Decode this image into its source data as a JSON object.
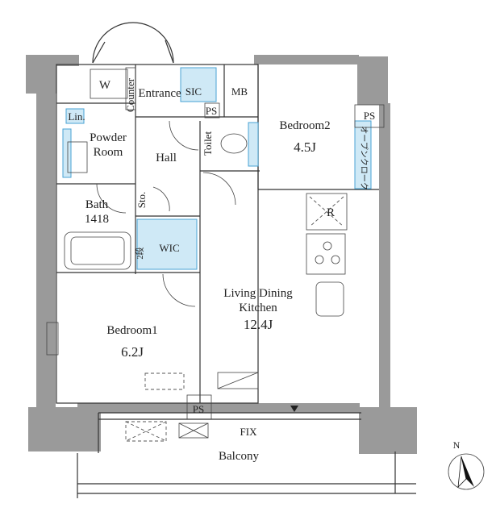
{
  "rooms": {
    "washer": "W",
    "counter": "Counter",
    "entrance": "Entrance",
    "sic": "SIC",
    "mb": "MB",
    "ps_entrance": "PS",
    "linen": "Lin.",
    "powder_room_1": "Powder",
    "powder_room_2": "Room",
    "hall": "Hall",
    "toilet": "Toilet",
    "bedroom2": "Bedroom2",
    "bedroom2_size": "4.5J",
    "ps_bedroom2": "PS",
    "open_closet": "オープンクローク",
    "bath": "Bath",
    "bath_size": "1418",
    "storage": "Sto.",
    "refrigerator": "R",
    "wic": "WIC",
    "step_label": "2段",
    "ldk_1": "Living Dining",
    "ldk_2": "Kitchen",
    "ldk_size": "12.4J",
    "bedroom1": "Bedroom1",
    "bedroom1_size": "6.2J",
    "ps_balcony": "PS",
    "fix": "FIX",
    "balcony": "Balcony",
    "north": "N"
  },
  "colors": {
    "wall": "#9a9a9a",
    "storage_fill": "#cfe9f6",
    "storage_stroke": "#4aa3d4"
  }
}
